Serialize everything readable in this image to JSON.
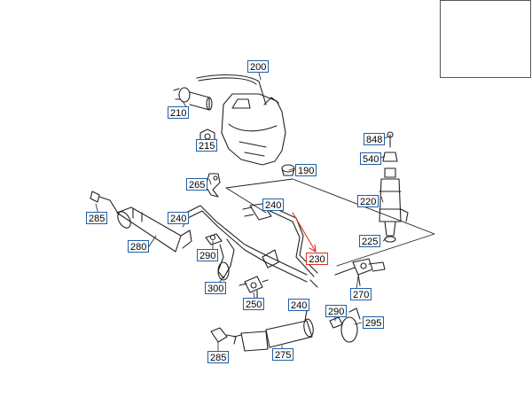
{
  "colors": {
    "callout_border": "#1f5fa8",
    "highlight_border": "#e0301e",
    "arrow": "#e0301e",
    "line_art": "#222222"
  },
  "callouts": {
    "c200": "200",
    "c210": "210",
    "c215": "215",
    "c190": "190",
    "c848": "848",
    "c540": "540",
    "c265": "265",
    "c220": "220",
    "c240a": "240",
    "c240b": "240",
    "c225": "225",
    "c285a": "285",
    "c280": "280",
    "c290a": "290",
    "c230": "230",
    "c270": "270",
    "c300": "300",
    "c250": "250",
    "c240c": "240",
    "c290b": "290",
    "c295": "295",
    "c285b": "285",
    "c275": "275"
  },
  "highlighted_callout": "230"
}
